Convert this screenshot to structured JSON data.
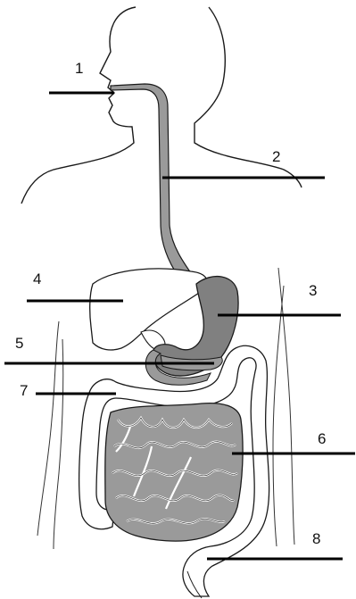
{
  "diagram": {
    "labels": [
      {
        "id": "1",
        "text": "1"
      },
      {
        "id": "2",
        "text": "2"
      },
      {
        "id": "3",
        "text": "3"
      },
      {
        "id": "4",
        "text": "4"
      },
      {
        "id": "5",
        "text": "5"
      },
      {
        "id": "6",
        "text": "6"
      },
      {
        "id": "7",
        "text": "7"
      },
      {
        "id": "8",
        "text": "8"
      }
    ],
    "colors": {
      "outline": "#1a1a1a",
      "organ_fill": "#9a9a9a",
      "stomach_fill": "#808080",
      "background": "#ffffff"
    }
  }
}
